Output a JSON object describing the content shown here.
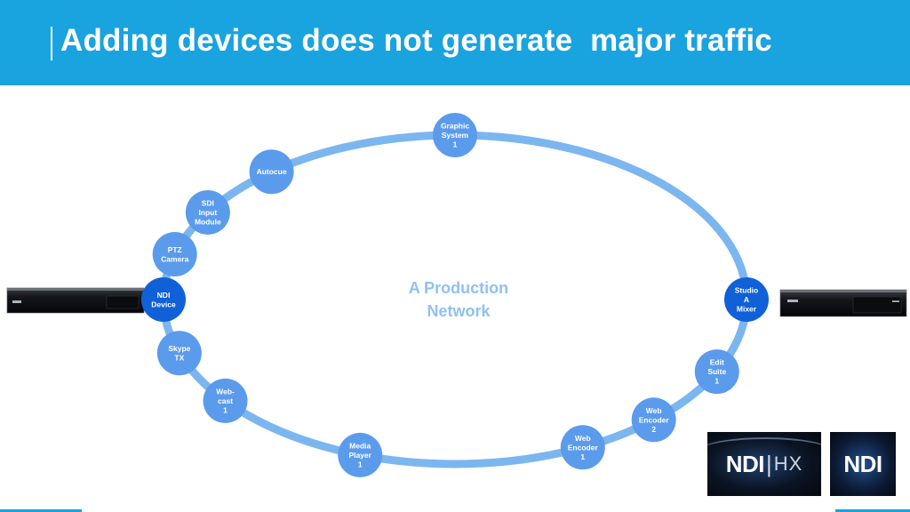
{
  "header": {
    "title": "Adding devices does not generate  major traffic"
  },
  "network": {
    "center_label_lines": [
      "A Production",
      "Network"
    ],
    "ring_color": "#7cb6ef",
    "node_color": "#5b9bec",
    "endpoint_color": "#1060d8",
    "nodes": [
      {
        "id": "graphic-system-1",
        "lines": [
          "Graphic",
          "System",
          "1"
        ],
        "angle": 270,
        "endpoint": false
      },
      {
        "id": "autocue",
        "lines": [
          "Autocue"
        ],
        "angle": 231,
        "endpoint": false
      },
      {
        "id": "sdi-input-module",
        "lines": [
          "SDI",
          "Input",
          "Module"
        ],
        "angle": 212,
        "endpoint": false
      },
      {
        "id": "ptz-camera",
        "lines": [
          "PTZ",
          "Camera"
        ],
        "angle": 196,
        "endpoint": false
      },
      {
        "id": "ndi-device",
        "lines": [
          "NDI",
          "Device"
        ],
        "angle": 180,
        "endpoint": true
      },
      {
        "id": "skype-tx",
        "lines": [
          "Skype",
          "TX"
        ],
        "angle": 161,
        "endpoint": false
      },
      {
        "id": "web-cast-1",
        "lines": [
          "Web-",
          "cast",
          "1"
        ],
        "angle": 142,
        "endpoint": false
      },
      {
        "id": "media-player-1",
        "lines": [
          "Media",
          "Player",
          "1"
        ],
        "angle": 109,
        "endpoint": false
      },
      {
        "id": "web-encoder-1",
        "lines": [
          "Web",
          "Encoder",
          "1"
        ],
        "angle": 64,
        "endpoint": false
      },
      {
        "id": "web-encoder-2",
        "lines": [
          "Web",
          "Encoder",
          "2"
        ],
        "angle": 47,
        "endpoint": false
      },
      {
        "id": "edit-suite-1",
        "lines": [
          "Edit",
          "Suite",
          "1"
        ],
        "angle": 26,
        "endpoint": false
      },
      {
        "id": "studio-a-mixer",
        "lines": [
          "Studio",
          "A",
          "Mixer"
        ],
        "angle": 0,
        "endpoint": true
      }
    ]
  },
  "logos": {
    "hx": {
      "main": "NDI",
      "sep": "|",
      "suffix": "HX"
    },
    "ndi": {
      "main": "NDI"
    }
  },
  "colors": {
    "header_bg": "#19a3df",
    "header_text": "#ffffff"
  }
}
